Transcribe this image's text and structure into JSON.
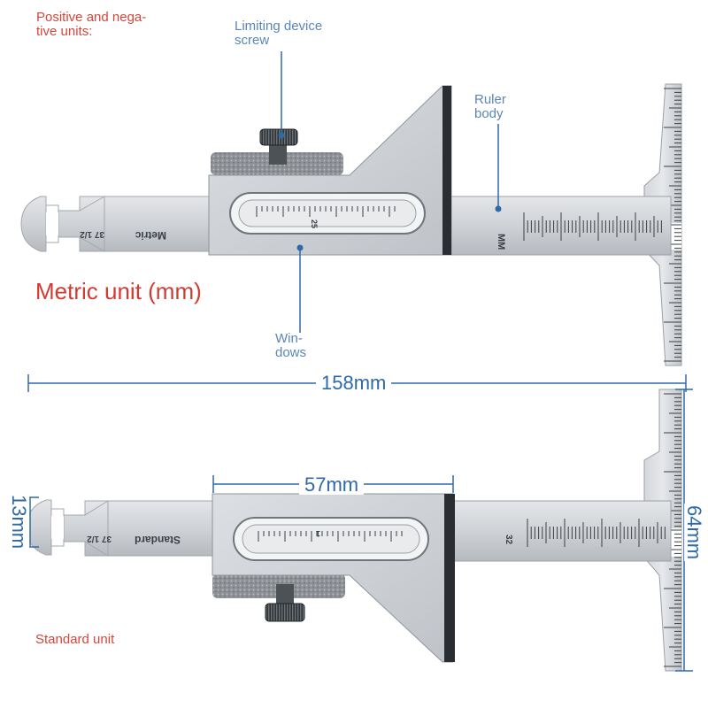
{
  "labels": {
    "positive_negative": [
      "Positive and nega-",
      "tive units:"
    ],
    "limiting_screw": [
      "Limiting device",
      "screw"
    ],
    "ruler_body": [
      "Ruler",
      "body"
    ],
    "metric_unit": "Metric unit (mm)",
    "windows": [
      "Win-",
      "dows"
    ],
    "standard_unit": "Standard unit"
  },
  "dimensions": {
    "overall_length": "158mm",
    "slider_length": "57mm",
    "head_width": "13mm",
    "blade_height": "64mm"
  },
  "engravings": {
    "top": {
      "fraction": "37 1/2",
      "word": "Metric",
      "window_number": "25",
      "unit_mark": "MM"
    },
    "bottom": {
      "fraction": "37 1/2",
      "word": "Standard",
      "window_number": "1",
      "scale_number": "32"
    }
  },
  "colors": {
    "red_label": "#d9443a",
    "blue_label": "#5b86b5",
    "dimension_line": "#2f69a8",
    "steel": "#c9ccd0"
  }
}
